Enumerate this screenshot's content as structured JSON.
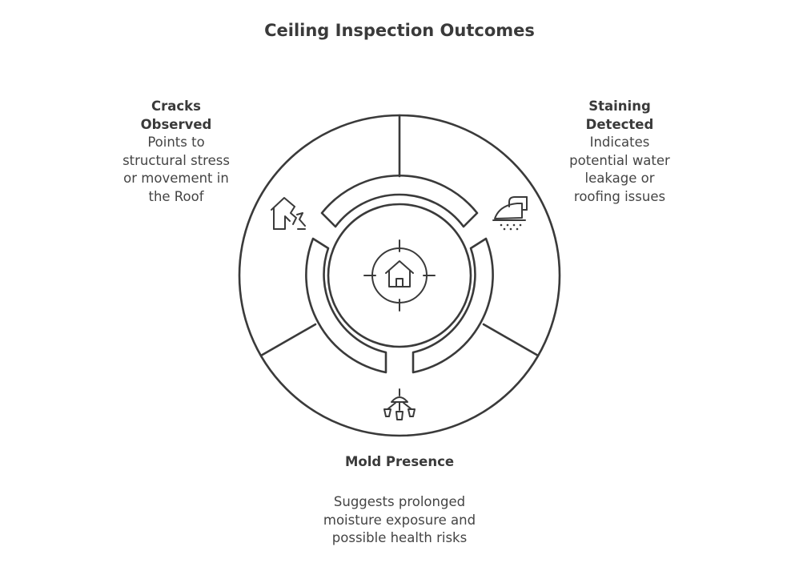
{
  "title": "Ceiling Inspection Outcomes",
  "segments": [
    {
      "id": "cracks",
      "heading_lines": [
        "Cracks",
        "Observed"
      ],
      "description_lines": [
        "Points to",
        "structural stress",
        "or movement in",
        "the Roof"
      ],
      "icon": "broken-house-icon"
    },
    {
      "id": "staining",
      "heading_lines": [
        "Staining",
        "Detected"
      ],
      "description_lines": [
        "Indicates",
        "potential water",
        "leakage or",
        "roofing issues"
      ],
      "icon": "iron-steam-icon"
    },
    {
      "id": "mold",
      "heading_lines": [
        "Mold Presence"
      ],
      "description_lines": [
        "Suggests prolonged",
        "moisture exposure and",
        "possible health risks"
      ],
      "icon": "shower-head-icon"
    }
  ],
  "center_icon": "house-target-icon",
  "colors": {
    "stroke": "#3a3a3a",
    "text": "#444444",
    "background": "#ffffff"
  }
}
